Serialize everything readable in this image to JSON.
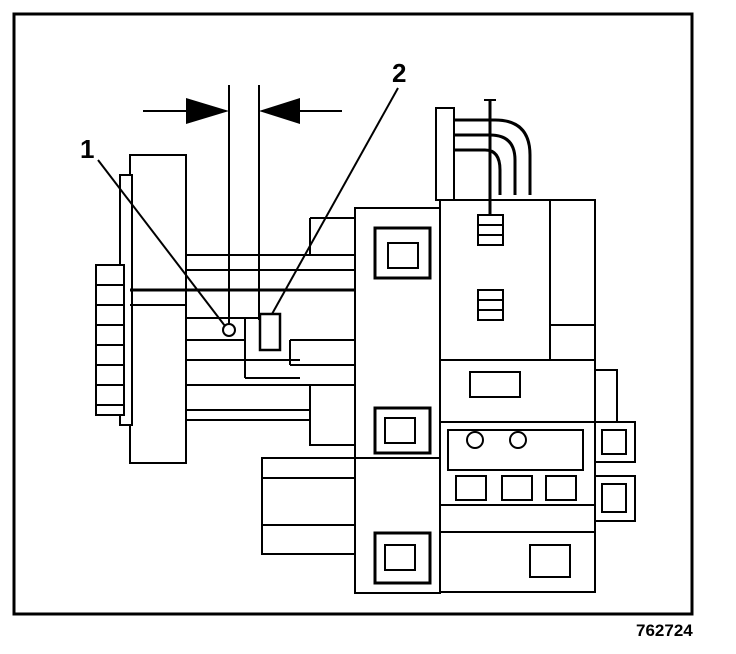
{
  "callouts": [
    {
      "label": "1"
    },
    {
      "label": "2"
    }
  ],
  "figure_id": "762724"
}
